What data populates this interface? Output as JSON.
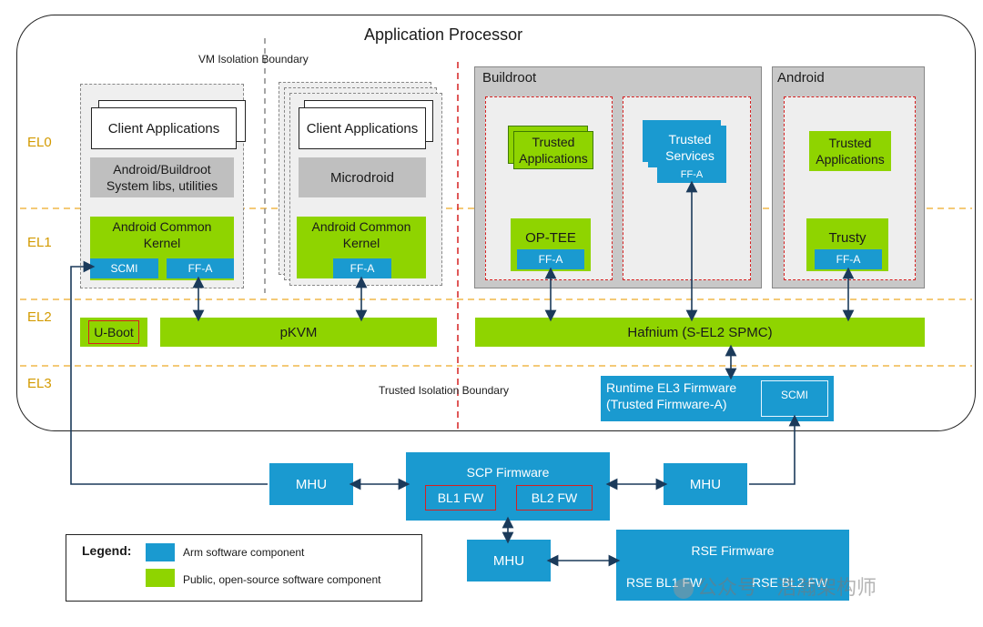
{
  "title": "Application Processor",
  "boundaries": {
    "vm": "VM Isolation Boundary",
    "trusted": "Trusted Isolation Boundary"
  },
  "exception_levels": [
    "EL0",
    "EL1",
    "EL2",
    "EL3"
  ],
  "normal_world": {
    "vm1": {
      "client_apps": "Client Applications",
      "libs": "Android/Buildroot System libs, utilities",
      "kernel": "Android Common Kernel",
      "scmi": "SCMI",
      "ffa": "FF-A"
    },
    "vm2": {
      "client_apps": "Client Applications",
      "microdroid": "Microdroid",
      "kernel": "Android Common Kernel",
      "ffa": "FF-A"
    },
    "uboot": "U-Boot",
    "pkvm": "pKVM"
  },
  "secure_world": {
    "buildroot": {
      "title": "Buildroot",
      "trusted_apps": "Trusted Applications",
      "optee": "OP-TEE",
      "optee_ffa": "FF-A",
      "trusted_services": "Trusted Services",
      "ts_ffa": "FF-A"
    },
    "android": {
      "title": "Android",
      "trusted_apps": "Trusted Applications",
      "trusty": "Trusty",
      "trusty_ffa": "FF-A"
    },
    "hafnium": "Hafnium (S-EL2 SPMC)",
    "runtime_fw": "Runtime EL3 Firmware (Trusted Firmware-A)",
    "runtime_scmi": "SCMI"
  },
  "scp": {
    "title": "SCP Firmware",
    "bl1": "BL1 FW",
    "bl2": "BL2 FW"
  },
  "mhu_labels": [
    "MHU",
    "MHU",
    "MHU"
  ],
  "rse": {
    "title": "RSE Firmware",
    "bl1": "RSE BL1 FW",
    "bl2": "RSE BL2 FW"
  },
  "legend": {
    "title": "Legend:",
    "arm": "Arm software component",
    "open_source": "Public, open-source software component"
  },
  "watermark": "公众号 · 浩瀚架构师",
  "colors": {
    "arm_blue": "#1a9ad0",
    "open_green": "#8fd400",
    "boundary_orange": "#f0b94a",
    "boundary_red": "#d62020"
  }
}
